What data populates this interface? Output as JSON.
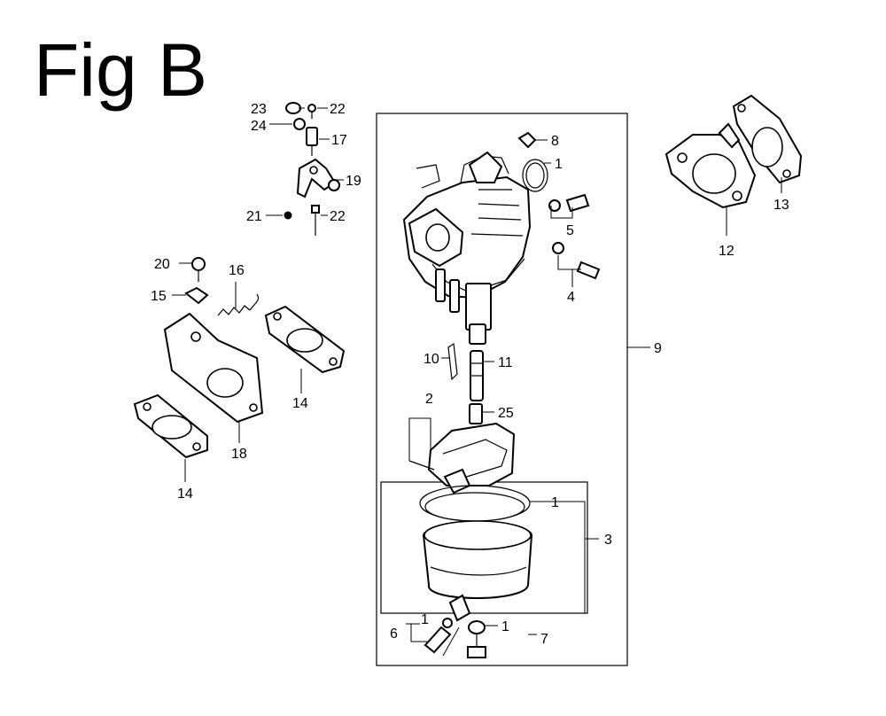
{
  "figure": {
    "title": "Fig B"
  },
  "callouts": {
    "c1a": "1",
    "c1b": "1",
    "c1c": "1",
    "c1d": "1",
    "c2": "2",
    "c3": "3",
    "c4": "4",
    "c5": "5",
    "c6": "6",
    "c7": "7",
    "c8": "8",
    "c9": "9",
    "c10": "10",
    "c11": "11",
    "c12": "12",
    "c13": "13",
    "c14a": "14",
    "c14b": "14",
    "c15": "15",
    "c16": "16",
    "c17": "17",
    "c18": "18",
    "c19": "19",
    "c20": "20",
    "c21": "21",
    "c22a": "22",
    "c22b": "22",
    "c23": "23",
    "c24": "24",
    "c25": "25"
  }
}
